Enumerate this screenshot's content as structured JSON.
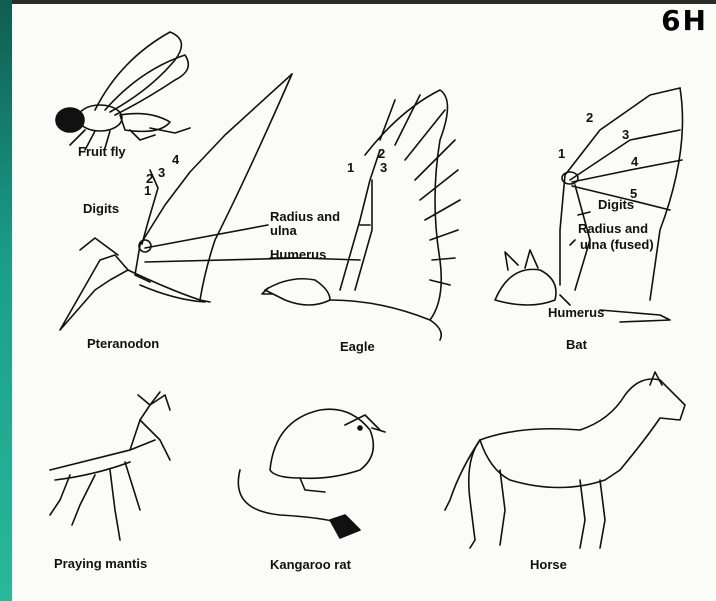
{
  "corner_mark": "6H",
  "top_row": {
    "fruit_fly": "Fruit fly",
    "pteranodon": "Pteranodon",
    "eagle": "Eagle",
    "bat": "Bat"
  },
  "annotations": {
    "digits_left": "Digits",
    "radius_ulna_line1": "Radius and",
    "radius_ulna_line2": "ulna",
    "humerus_mid": "Humerus",
    "digits_bat": "Digits",
    "bat_radius_line1": "Radius and",
    "bat_radius_line2": "ulna (fused)",
    "humerus_bat": "Humerus"
  },
  "digit_numbers": {
    "ptero": [
      "1",
      "2",
      "3",
      "4"
    ],
    "eagle": [
      "1",
      "2",
      "3"
    ],
    "bat": [
      "1",
      "2",
      "3",
      "4",
      "5"
    ]
  },
  "bottom_row": {
    "mantis": "Praying mantis",
    "kangaroo_rat": "Kangaroo rat",
    "horse": "Horse"
  }
}
